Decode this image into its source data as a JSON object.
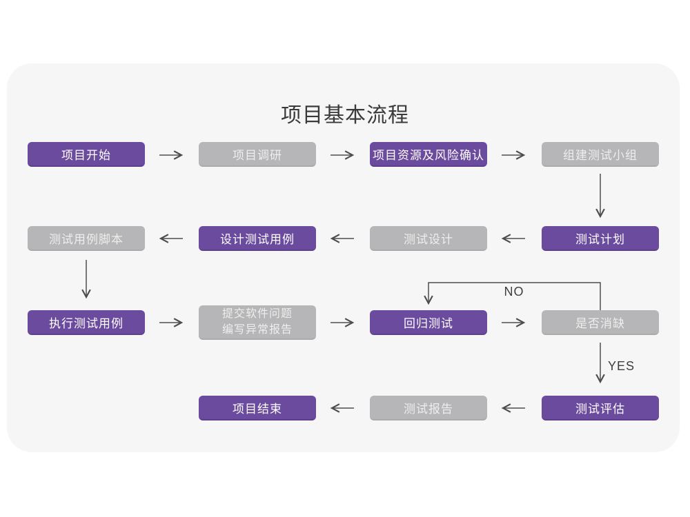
{
  "title": "项目基本流程",
  "edge_labels": {
    "no": "NO",
    "yes": "YES"
  },
  "colors": {
    "page_bg": "#ffffff",
    "card_bg": "#f6f6f6",
    "purple": "#6b4b9e",
    "purple_dark": "#5d4089",
    "gray": "#b6b5b7",
    "gray_dark": "#aaa9ab",
    "gray_text": "#eeeeec",
    "line": "#4d4d4d",
    "title_color": "#3a3a3a"
  },
  "nodes": [
    {
      "id": "project-start",
      "label": "项目开始",
      "variant": "purple"
    },
    {
      "id": "project-research",
      "label": "项目调研",
      "variant": "gray"
    },
    {
      "id": "resource-risk-confirm",
      "label": "项目资源及风险确认",
      "variant": "purple"
    },
    {
      "id": "build-test-team",
      "label": "组建测试小组",
      "variant": "gray"
    },
    {
      "id": "test-case-script",
      "label": "测试用例脚本",
      "variant": "gray"
    },
    {
      "id": "design-test-case",
      "label": "设计测试用例",
      "variant": "purple"
    },
    {
      "id": "test-design",
      "label": "测试设计",
      "variant": "gray"
    },
    {
      "id": "test-plan",
      "label": "测试计划",
      "variant": "purple"
    },
    {
      "id": "execute-test-case",
      "label": "执行测试用例",
      "variant": "purple"
    },
    {
      "id": "submit-issue-report",
      "label": "提交软件问题\n编写异常报告",
      "variant": "gray"
    },
    {
      "id": "regression-test",
      "label": "回归测试",
      "variant": "purple"
    },
    {
      "id": "defect-cleared",
      "label": "是否消缺",
      "variant": "gray"
    },
    {
      "id": "project-end",
      "label": "项目结束",
      "variant": "purple"
    },
    {
      "id": "test-report",
      "label": "测试报告",
      "variant": "gray"
    },
    {
      "id": "test-evaluation",
      "label": "测试评估",
      "variant": "purple"
    }
  ]
}
